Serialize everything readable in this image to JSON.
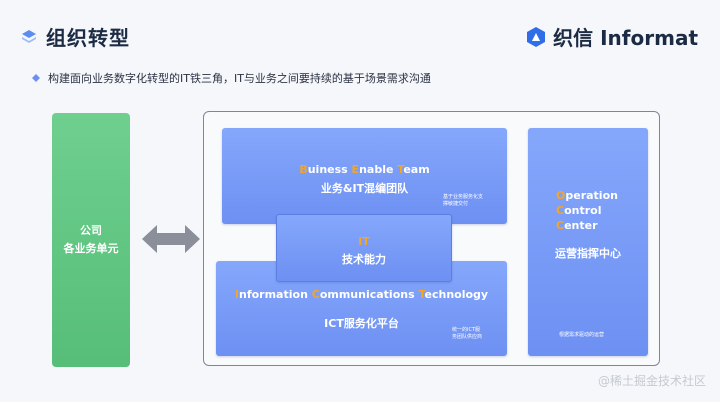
{
  "header": {
    "title": "组织转型",
    "logo_text": "织信 Informat"
  },
  "bullet": {
    "text": "构建面向业务数字化转型的IT铁三角，IT与业务之间要持续的基于场景需求沟通"
  },
  "left_unit": {
    "line1": "公司",
    "line2": "各业务单元"
  },
  "bet": {
    "en_1_hl": "B",
    "en_1_rest": "uiness ",
    "en_2_hl": "E",
    "en_2_rest": "nable ",
    "en_3_hl": "T",
    "en_3_rest": "eam",
    "cn": "业务&IT混编团队",
    "note1": "基于业务服务化支",
    "note2": "撑敏捷交付"
  },
  "it": {
    "en": "IT",
    "cn": "技术能力"
  },
  "ict": {
    "en_1_hl": "I",
    "en_1_rest": "nformation ",
    "en_2_hl": "C",
    "en_2_rest": "ommunications ",
    "en_3_hl": "T",
    "en_3_rest": "echnology",
    "cn": "ICT服务化平台",
    "note1": "统一的ICT服",
    "note2": "务团队供应商"
  },
  "ops": {
    "l1_hl": "O",
    "l1_rest": "peration",
    "l2_hl": "C",
    "l2_rest": "ontrol",
    "l3_hl": "C",
    "l3_rest": "enter",
    "cn": "运营指挥中心",
    "note": "根据需求驱动的运营"
  },
  "watermark": "@稀土掘金技术社区",
  "colors": {
    "blue_box": "#7a9cf8",
    "green_box": "#5cc27d",
    "highlight": "#f5a524",
    "frame": "#7e8795"
  }
}
